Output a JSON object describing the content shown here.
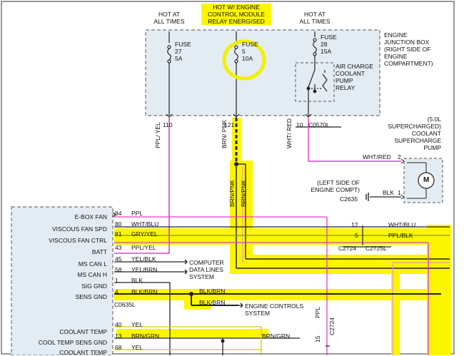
{
  "sources": [
    {
      "line1": "HOT AT",
      "line2": "ALL TIMES"
    },
    {
      "line1": "HOT W/ ENGINE",
      "line2": "CONTROL MODULE",
      "line3": "RELAY ENERGISED"
    },
    {
      "line1": "HOT AT",
      "line2": "ALL TIMES"
    }
  ],
  "fuses": [
    {
      "label": "FUSE",
      "number": "27",
      "rating": "5A"
    },
    {
      "label": "FUSE",
      "number": "5",
      "rating": "10A"
    },
    {
      "label": "FUSE",
      "number": "28",
      "rating": "15A"
    }
  ],
  "junction_box": {
    "lines": [
      "ENGINE",
      "JUNCTION BOX",
      "(RIGHT SIDE OF",
      "ENGINE",
      "COMPARTMENT)"
    ]
  },
  "relay": {
    "lines": [
      "AIR CHARGE",
      "COOLANT",
      "PUMP",
      "RELAY"
    ]
  },
  "pins": {
    "p110": "110",
    "p121": "121",
    "p10": "10",
    "connector": "C0570L"
  },
  "wires": {
    "ppl_yel": "PPL/ YEL",
    "brn_pnk": "BRN/ PNK",
    "wht_red": "WHT/ RED",
    "brnpnk_a": "BRN/PNK",
    "brnpnk_b": "BRN/PNK",
    "wht_red_pump": "WHT/RED",
    "pump_pin2": "2",
    "blk": "BLK",
    "pump_pin1": "1",
    "ppl_vert": "PPL",
    "c2724_vert": "C2724",
    "brn_grn_right": "BRN/GRN"
  },
  "pump": {
    "lines": [
      "(5.0L",
      "SUPERCHARGED)",
      "COOLANT",
      "SUPERCHARGE",
      "PUMP"
    ],
    "symbol": "M"
  },
  "ground": {
    "lines": [
      "(LEFT SIDE OF",
      "ENGINE COMPT)"
    ],
    "id": "C2635"
  },
  "module_rows": [
    {
      "name": "E-BOX FAN",
      "pin": "84",
      "color": "PPL"
    },
    {
      "name": "VISCOUS FAN SPD",
      "pin": "80",
      "color": "WHT/BLU"
    },
    {
      "name": "VISCOUS FAN CTRL",
      "pin": "81",
      "color": "GRY/YEL"
    },
    {
      "name": "BATT",
      "pin": "43",
      "color": "PPL/YEL"
    },
    {
      "name": "MS CAN L",
      "pin": "45",
      "color": "YEL/BLK"
    },
    {
      "name": "MS CAN H",
      "pin": "58",
      "color": "YEL/BRN"
    },
    {
      "name": "SIG GND",
      "pin": "1",
      "color": "BLK"
    },
    {
      "name": "SENS GND",
      "pin": "4",
      "color": "BLK/BRN"
    },
    {
      "name": "COOLANT TEMP",
      "pin": "40",
      "color": "YEL"
    },
    {
      "name": "COOL TEMP SENS GND",
      "pin": "13",
      "color": "BRN/GRN"
    },
    {
      "name": "COOLANT TEMP",
      "pin": "68",
      "color": "YEL"
    }
  ],
  "module_connector": "C0635L",
  "right_connectors": {
    "pin12": "12",
    "wht_blu": "WHT/BLU",
    "pin5": "5",
    "ppl_blk": "PPL/BLK",
    "c2724": "C2724",
    "c2725l": "C2725L"
  },
  "system_labels": {
    "cdl": [
      "COMPUTER",
      "DATA LINES",
      "SYSTEM"
    ],
    "blk_brn_a": "BLK/BRN",
    "blk_brn_b": "BLK/BRN",
    "ecs": [
      "ENGINE CONTROLS",
      "SYSTEM"
    ],
    "pin15": "15"
  },
  "colors": {
    "highlight": "#fbf500",
    "magenta": "#e63ac8",
    "wire": "#222222",
    "box_dash": "#555555"
  }
}
